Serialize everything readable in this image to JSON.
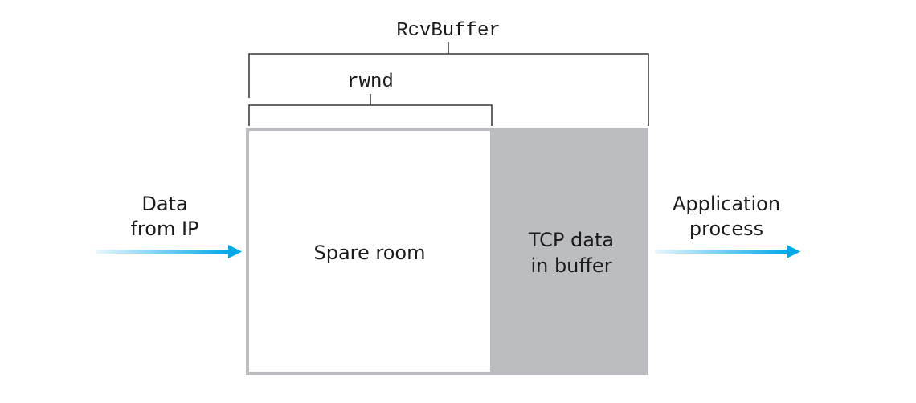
{
  "labels": {
    "rcvbuffer": "RcvBuffer",
    "rwnd": "rwnd",
    "spare_room": "Spare room",
    "tcp_data_line1": "TCP data",
    "tcp_data_line2": "in buffer",
    "input_line1": "Data",
    "input_line2": "from IP",
    "output_line1": "Application",
    "output_line2": "process"
  },
  "colors": {
    "buffer_border": "#bcbdc0",
    "tcp_data_fill": "#bcbdc0",
    "spare_fill": "#ffffff",
    "arrow_start": "#e8f6fd",
    "arrow_end": "#00a8e8",
    "bracket": "#333333",
    "text": "#1a1a1a"
  }
}
